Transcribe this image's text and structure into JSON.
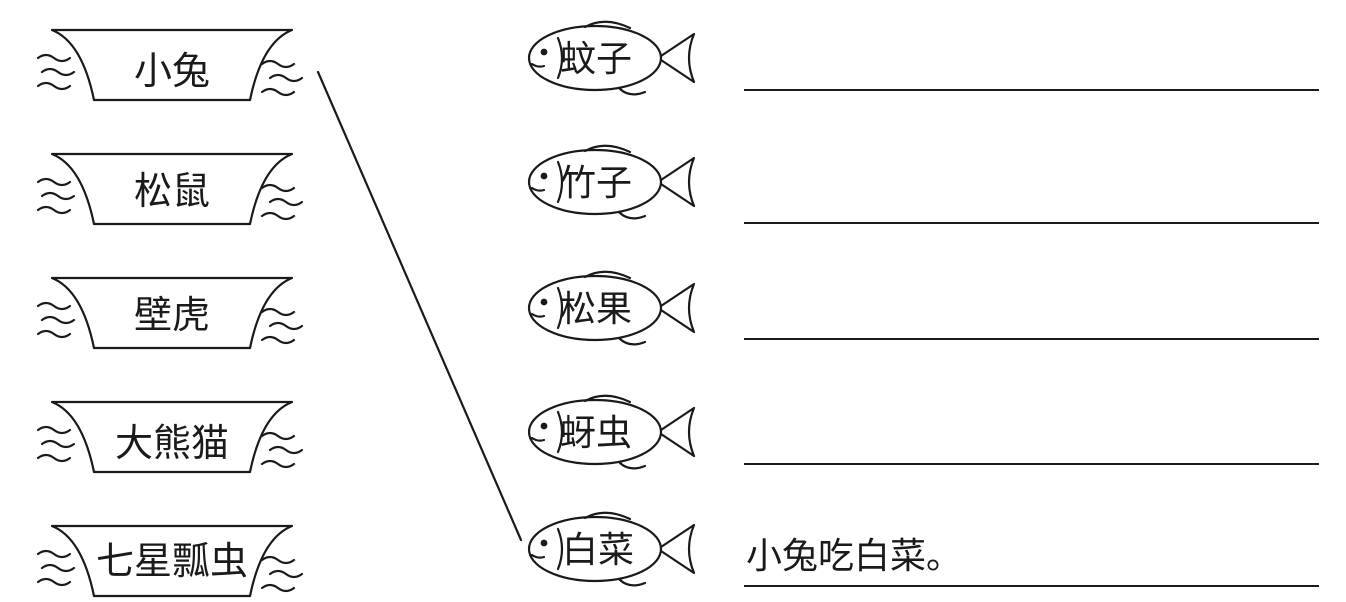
{
  "animals": [
    {
      "label": "小兔"
    },
    {
      "label": "松鼠"
    },
    {
      "label": "壁虎"
    },
    {
      "label": "大熊猫"
    },
    {
      "label": "七星瓢虫"
    }
  ],
  "foods": [
    {
      "label": "蚊子"
    },
    {
      "label": "竹子"
    },
    {
      "label": "松果"
    },
    {
      "label": "蚜虫"
    },
    {
      "label": "白菜"
    }
  ],
  "answers": [
    {
      "text": ""
    },
    {
      "text": ""
    },
    {
      "text": ""
    },
    {
      "text": ""
    },
    {
      "text": "小兔吃白菜。"
    }
  ],
  "connections": [
    {
      "animal_index": 0,
      "food_index": 4
    }
  ]
}
